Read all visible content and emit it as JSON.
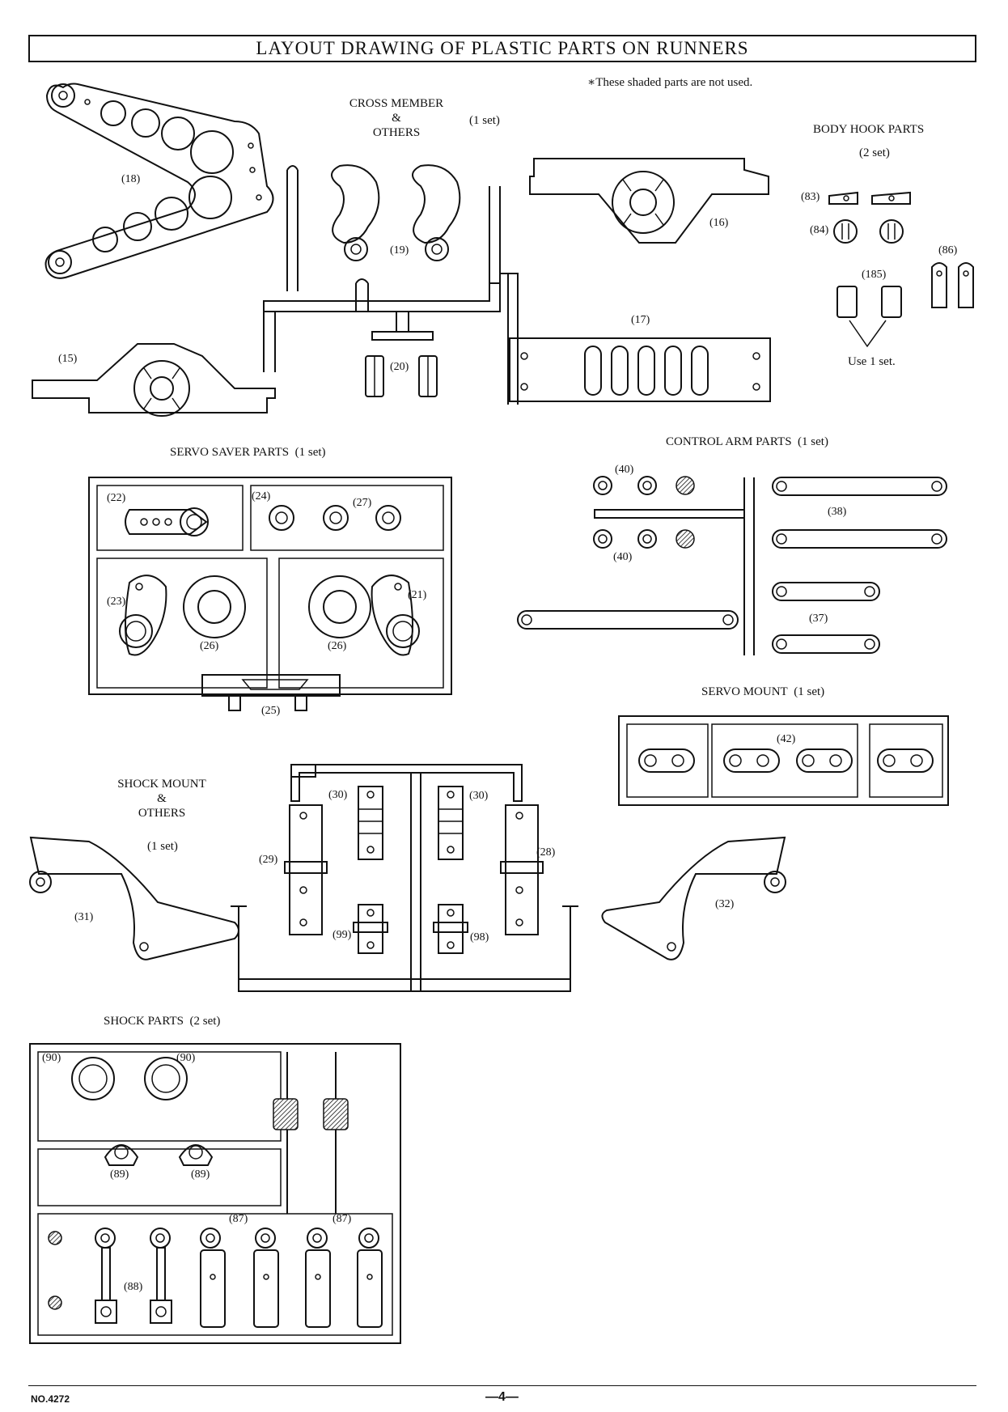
{
  "title": "LAYOUT DRAWING OF PLASTIC PARTS ON RUNNERS",
  "note": "∗These shaded parts are not used.",
  "sections": {
    "cross_member": {
      "line1": "CROSS MEMBER",
      "line2": "&",
      "line3": "OTHERS",
      "qty": "(1 set)"
    },
    "body_hook": {
      "name": "BODY HOOK PARTS",
      "qty": "(2 set)"
    },
    "servo_saver": {
      "name": "SERVO SAVER PARTS",
      "qty": "(1 set)"
    },
    "control_arm": {
      "name": "CONTROL ARM PARTS",
      "qty": "(1 set)"
    },
    "servo_mount": {
      "name": "SERVO MOUNT",
      "qty": "(1 set)"
    },
    "shock_mount": {
      "line1": "SHOCK MOUNT",
      "line2": "&",
      "line3": "OTHERS",
      "qty": "(1 set)"
    },
    "shock_parts": {
      "name": "SHOCK PARTS",
      "qty": "(2 set)"
    }
  },
  "use_note": "Use 1 set.",
  "parts": {
    "p18": "(18)",
    "p19": "(19)",
    "p16": "(16)",
    "p83": "(83)",
    "p84": "(84)",
    "p86": "(86)",
    "p185": "(185)",
    "p15": "(15)",
    "p20": "(20)",
    "p17": "(17)",
    "p22": "(22)",
    "p24": "(24)",
    "p27": "(27)",
    "p23": "(23)",
    "p21": "(21)",
    "p26a": "(26)",
    "p26b": "(26)",
    "p25": "(25)",
    "p40a": "(40)",
    "p40b": "(40)",
    "p38": "(38)",
    "p37": "(37)",
    "p42": "(42)",
    "p30a": "(30)",
    "p30b": "(30)",
    "p29": "(29)",
    "p28": "(28)",
    "p31": "(31)",
    "p32": "(32)",
    "p99": "(99)",
    "p98": "(98)",
    "p90a": "(90)",
    "p90b": "(90)",
    "p89a": "(89)",
    "p89b": "(89)",
    "p87a": "(87)",
    "p87b": "(87)",
    "p88": "(88)"
  },
  "footer": {
    "model": "NO.4272",
    "page": "—4—"
  }
}
